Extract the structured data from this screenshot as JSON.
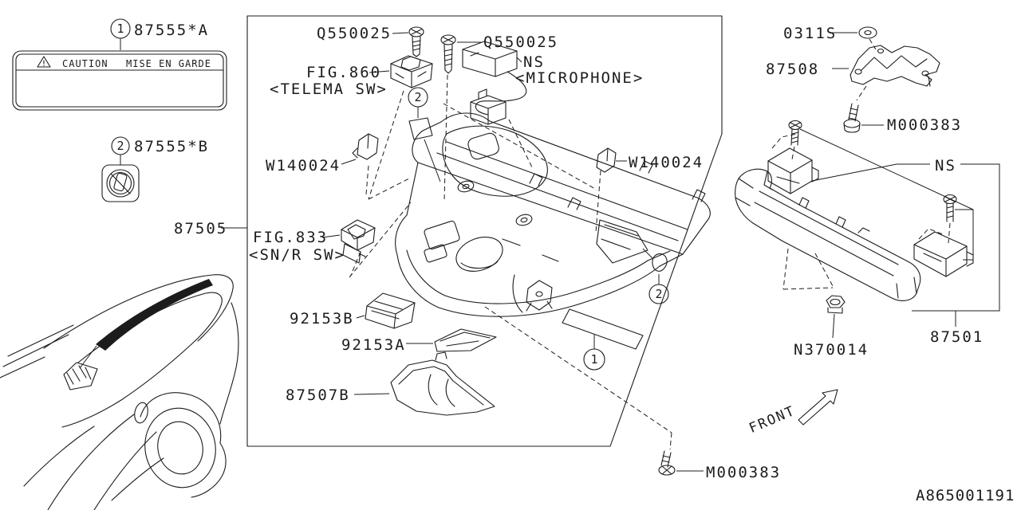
{
  "doc": {
    "background": "#ffffff",
    "line_color": "#1c1c1c",
    "type": "parts-diagram"
  },
  "caution_label": {
    "ref_no": "1",
    "part_no": "87555*A",
    "title_en": "CAUTION",
    "title_fr": "MISE EN GARDE",
    "warning_icon": "warning-triangle-icon"
  },
  "phone_label": {
    "ref_no": "2",
    "part_no": "87555*B",
    "icon": "no-phone-prohibition-icon"
  },
  "callouts": {
    "console_assy": "87505",
    "screw_left": "Q550025",
    "screw_right": "Q550025",
    "fig_telema": "FIG.860",
    "fig_telema_sub": "<TELEMA SW>",
    "mic_ns": "NS",
    "mic_sub": "<MICROPHONE>",
    "clip_left": "W140024",
    "clip_right": "W140024",
    "fig_sunroof": "FIG.833",
    "fig_sunroof_sub": "<SN/R SW>",
    "lens_b": "92153B",
    "lens_a": "92153A",
    "bracket_b": "87507B",
    "grommet": "0311S",
    "camera_bracket": "87508",
    "bolt_top": "M000383",
    "cover_ns": "NS",
    "cover_assy": "87501",
    "nut": "N370014",
    "bolt_bottom": "M000383",
    "ref_1": "1",
    "ref_2": "2"
  },
  "annotations": {
    "front": "FRONT",
    "drawing_number": "A865001191"
  }
}
